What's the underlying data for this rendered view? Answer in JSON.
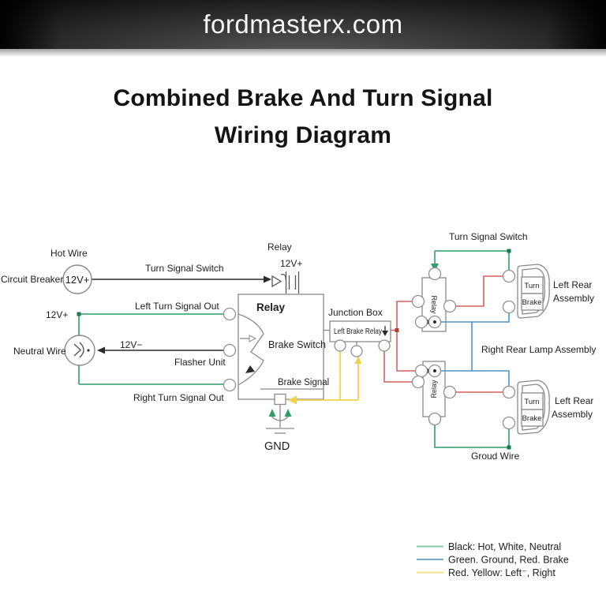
{
  "header": {
    "site": "fordmasterx.com"
  },
  "title": {
    "line1": "Combined Brake And Turn Signal",
    "line2": "Wiring Diagram"
  },
  "colors": {
    "black": "#2b2b2b",
    "green": "#2f9e68",
    "green_dark": "#1d7a4e",
    "red": "#d4625c",
    "red_dark": "#b23c34",
    "blue": "#4f93c9",
    "yellow": "#f0d34a",
    "outline": "#8a8a8a"
  },
  "diagram": {
    "labels": {
      "hot_wire": "Hot Wire",
      "circuit_breaker": "Circuit Breaker",
      "breaker_value": "12V+",
      "turn_signal_switch": "Turn Signal Switch",
      "left_turn_out": "Left Turn Signal Out",
      "supply_12v": "12V+",
      "neutral_wire": "Neutral Wire",
      "neg_12v": "12V−",
      "flasher_unit": "Flasher Unit",
      "right_turn_out": "Right Turn Signal Out",
      "relay_top": "Relay",
      "relay_top_value": "12V+",
      "relay_box": "Relay",
      "brake_switch": "Brake Switch",
      "brake_signal": "Brake Signal",
      "junction_box": "Junction Box",
      "junction_relay": "Left Brake Relay",
      "gnd": "GND",
      "turn_signal_switch_right": "Turn Signal Switch",
      "relay_right_top": "Relay",
      "relay_right_bottom": "Relay",
      "lamp1_turn": "Turn",
      "lamp1_brake": "Brake",
      "lamp1_line1": "Left Rear",
      "lamp1_line2": "Assembly",
      "right_rear_lamp": "Right Rear Lamp Assembly",
      "lamp2_turn": "Turn",
      "lamp2_brake": "Brake",
      "lamp2_line1": "Left Rear",
      "lamp2_line2": "Assembly",
      "ground_wire": "Groud Wire"
    }
  },
  "legend": {
    "items": [
      {
        "color": "#86c9a9",
        "label": "Black: Hot, White, Neutral"
      },
      {
        "color": "#78abc9",
        "label": "Green. Ground, Red. Brake"
      },
      {
        "color": "#f2e388",
        "label": "Red. Yellow: Left⁻, Right"
      }
    ]
  }
}
